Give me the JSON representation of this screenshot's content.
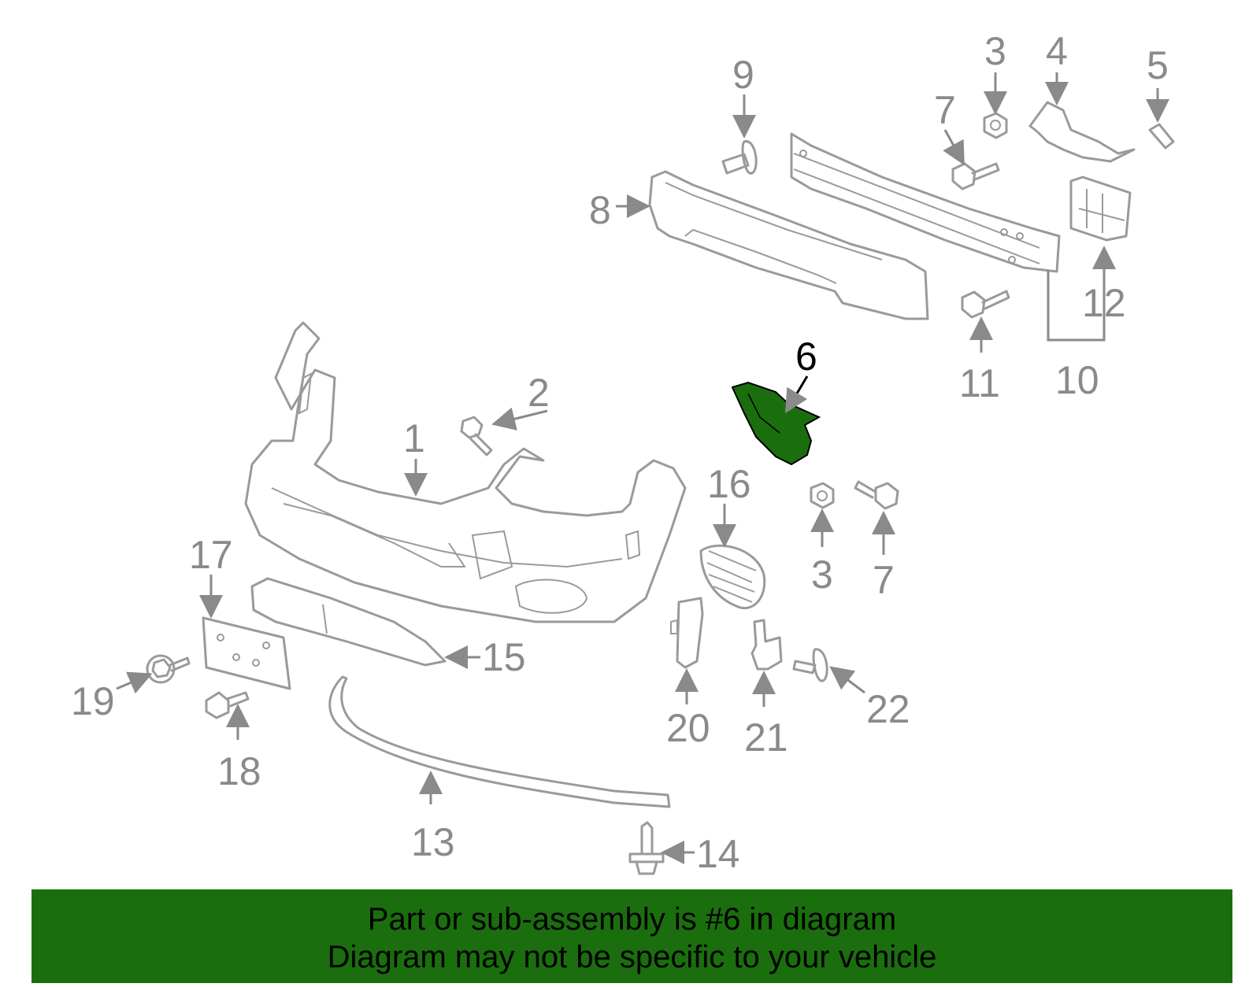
{
  "diagram": {
    "callouts": {
      "c1": "1",
      "c2": "2",
      "c3a": "3",
      "c3b": "3",
      "c4": "4",
      "c5": "5",
      "c6": "6",
      "c7a": "7",
      "c7b": "7",
      "c8": "8",
      "c9": "9",
      "c10": "10",
      "c11": "11",
      "c12": "12",
      "c13": "13",
      "c14": "14",
      "c15": "15",
      "c16": "16",
      "c17": "17",
      "c18": "18",
      "c19": "19",
      "c20": "20",
      "c21": "21",
      "c22": "22"
    },
    "highlight_part": "6"
  },
  "banner": {
    "line1": "Part or sub-assembly is #6 in diagram",
    "line2": "Diagram may not be specific to your vehicle"
  },
  "colors": {
    "part_outline": "#9a9a9a",
    "highlight_fill": "#1b6e0e",
    "banner_background": "#1b6e0e"
  }
}
